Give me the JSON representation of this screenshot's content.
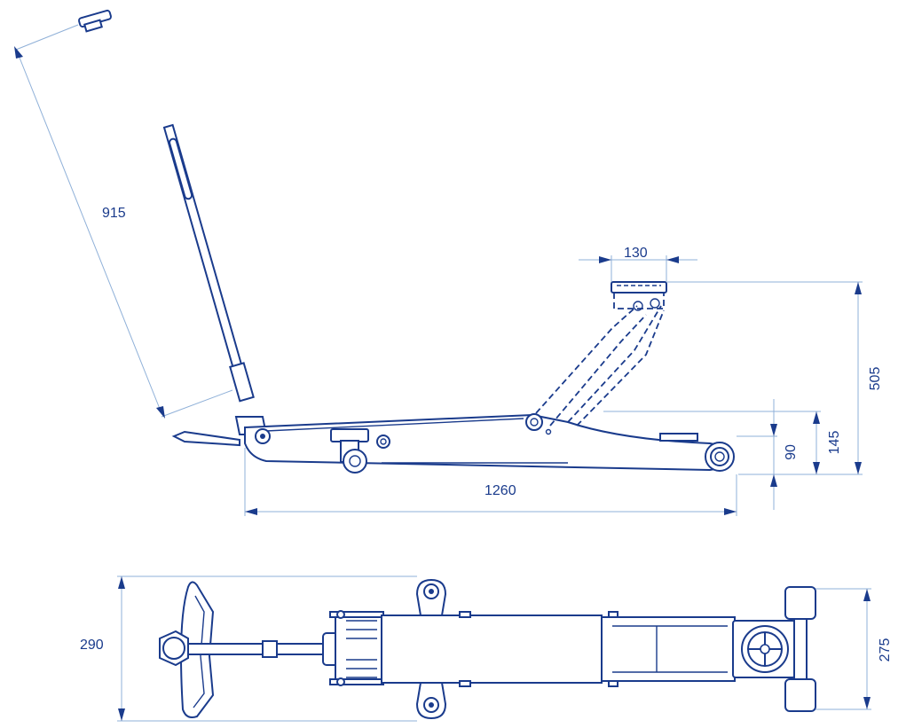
{
  "dimensions": {
    "handle_length": "915",
    "saddle_width": "130",
    "max_height": "505",
    "min_height_low": "90",
    "min_height_high": "145",
    "overall_length": "1260",
    "handle_width": "290",
    "wheel_track": "275"
  },
  "colors": {
    "line": "#1a3b8c",
    "dimension_line": "#8fb0d8",
    "background": "#ffffff"
  }
}
